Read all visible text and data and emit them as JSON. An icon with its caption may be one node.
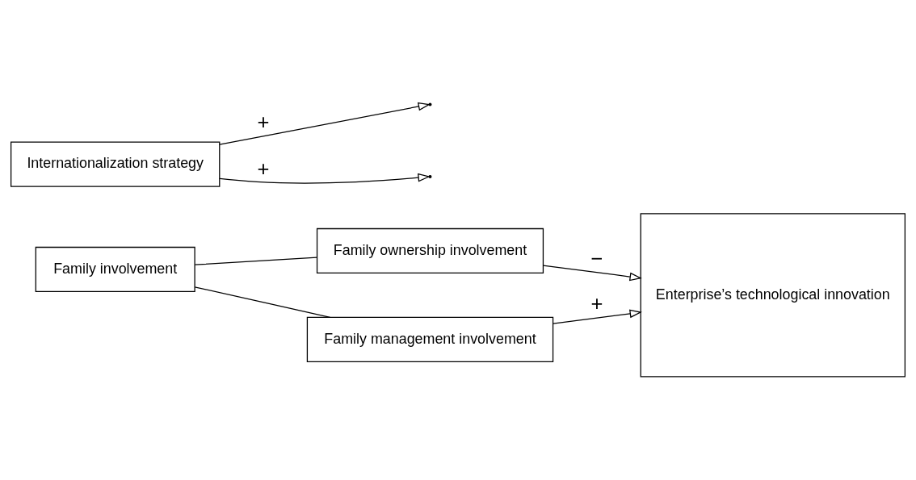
{
  "diagram": {
    "nodes": [
      {
        "text": [
          "Family involvement"
        ]
      },
      {
        "text": [
          "Family ownership involvement"
        ]
      },
      {
        "text": [
          "Family management involvement"
        ]
      },
      {
        "text": [
          "Enterprise’s technological innovation"
        ]
      },
      {
        "text": [
          "Internationalization strategy"
        ]
      }
    ],
    "edges": [
      {
        "from": 0,
        "to": 1,
        "arrow": "none"
      },
      {
        "from": 0,
        "to": 2,
        "arrow": "none"
      },
      {
        "from": 1,
        "to": 3,
        "arrow": "to",
        "label": "−"
      },
      {
        "from": 2,
        "to": 3,
        "arrow": "to",
        "label": "+"
      },
      {
        "from": 4,
        "to": null,
        "arrow": "to",
        "label": "+"
      },
      {
        "from": 4,
        "to": null,
        "arrow": "to",
        "label": "+"
      }
    ]
  }
}
